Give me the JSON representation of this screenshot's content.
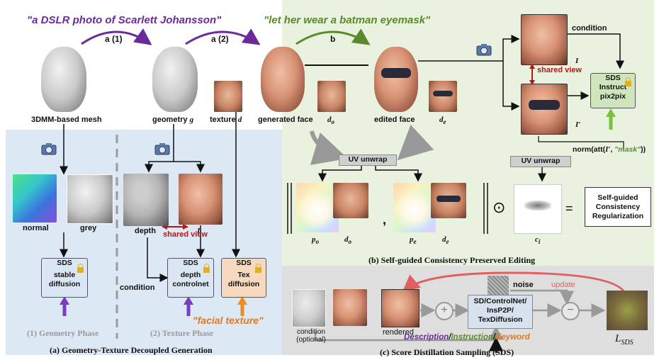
{
  "prompts": {
    "p1": "\"a DSLR photo of Scarlett Johansson\"",
    "p2": "\"let her wear a batman eyemask\"",
    "p3": "\"facial texture\""
  },
  "steps": {
    "a1": "a (1)",
    "a2": "a (2)",
    "b": "b"
  },
  "labels": {
    "mesh": "3DMM-based mesh",
    "geometry": "geometry",
    "geometry_sym": "g",
    "texture": "texture",
    "texture_sym": "d",
    "generated": "generated face",
    "d_o": "d",
    "d_o_sub": "o",
    "edited": "edited face",
    "d_e": "d",
    "d_e_sub": "e",
    "condition": "condition",
    "I": "I",
    "I_prime": "I′",
    "shared_view": "shared view",
    "normal": "normal",
    "grey": "grey",
    "depth": "depth",
    "condition2": "condition",
    "uv_unwrap": "UV unwrap",
    "norm": "norm(att(",
    "norm_I": "I′",
    "norm_mid": ", ",
    "norm_mask": "\"mask\"",
    "norm_end": "))",
    "p_o": "p",
    "p_o_sub": "o",
    "p_e": "p",
    "p_e_sub": "e",
    "c_i": "c",
    "c_i_sub": "i",
    "equals": "=",
    "odot": "⊙",
    "comma": ",",
    "reg": "Self-guided Consistency Regularization",
    "noise": "noise",
    "update": "update",
    "cond_opt": "condition (optional)",
    "rendered": "rendered",
    "models": "SD/ControlNet/ InsP2P/ TexDiffusion",
    "desc": "Description",
    "slash1": "/",
    "instr": "Instruction",
    "slash2": "/",
    "keyword": "Keyword",
    "l_sds": "L",
    "l_sds_sub": "SDS",
    "plus": "+",
    "minus": "−"
  },
  "sds_blocks": {
    "geo": {
      "title": "SDS",
      "name": "stable diffusion"
    },
    "tex1": {
      "title": "SDS",
      "name": "depth controlnet"
    },
    "tex2": {
      "title": "SDS",
      "name": "Tex diffusion"
    },
    "edit": {
      "title": "SDS",
      "name": "Instruct pix2pix"
    }
  },
  "phases": {
    "geometry": "(1) Geometry Phase",
    "texture": "(2) Texture Phase"
  },
  "captions": {
    "a": "(a) Geometry-Texture Decoupled Generation",
    "b": "(b) Self-guided Consistency Preserved Editing",
    "c": "(c) Score Distillation Sampling (SDS)"
  },
  "colors": {
    "purple": "#6a2a9a",
    "green": "#5a8a2a",
    "orange": "#e07a20",
    "red": "#b01818",
    "sds_blue": "#dbe6f4",
    "sds_orange": "#f6d9bf",
    "sds_green": "#cfe6bd",
    "arrow_purple": "#7a3cc0",
    "arrow_orange": "#f08a20",
    "arrow_green": "#7cc040",
    "update_red": "#e06060"
  }
}
